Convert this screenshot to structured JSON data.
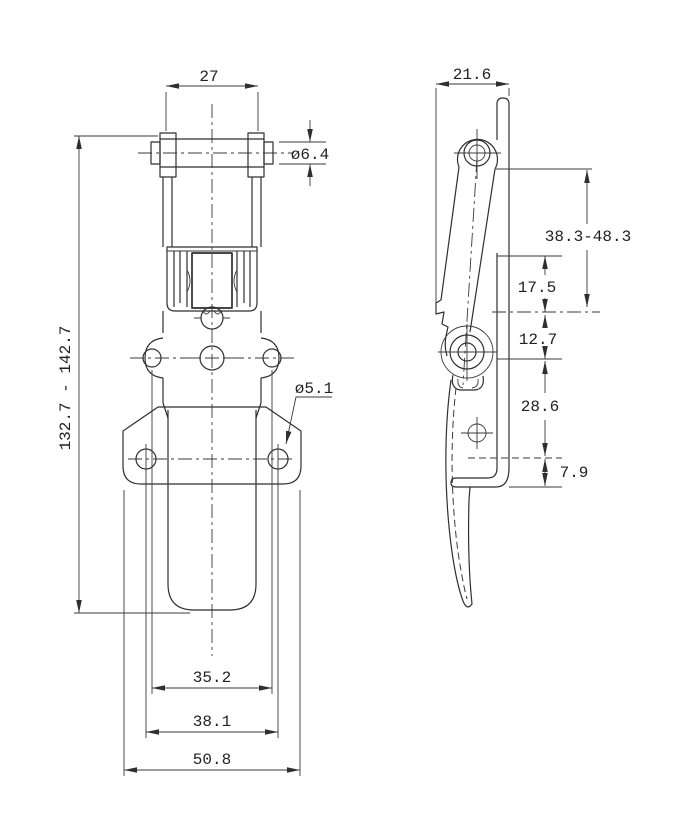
{
  "front_view": {
    "dimensions": {
      "top_width": "27",
      "pin_diameter": "ø6.4",
      "mount_hole_diameter": "ø5.1",
      "overall_length_range": "132.7 - 142.7",
      "slot_width": "35.2",
      "hole_spacing": "38.1",
      "base_width": "50.8"
    }
  },
  "side_view": {
    "dimensions": {
      "top_width": "21.6",
      "adjustment_range": "38.3-48.3",
      "keeper_offset": "17.5",
      "pivot_offset": "12.7",
      "lower_offset": "28.6",
      "foot_height": "7.9"
    }
  }
}
